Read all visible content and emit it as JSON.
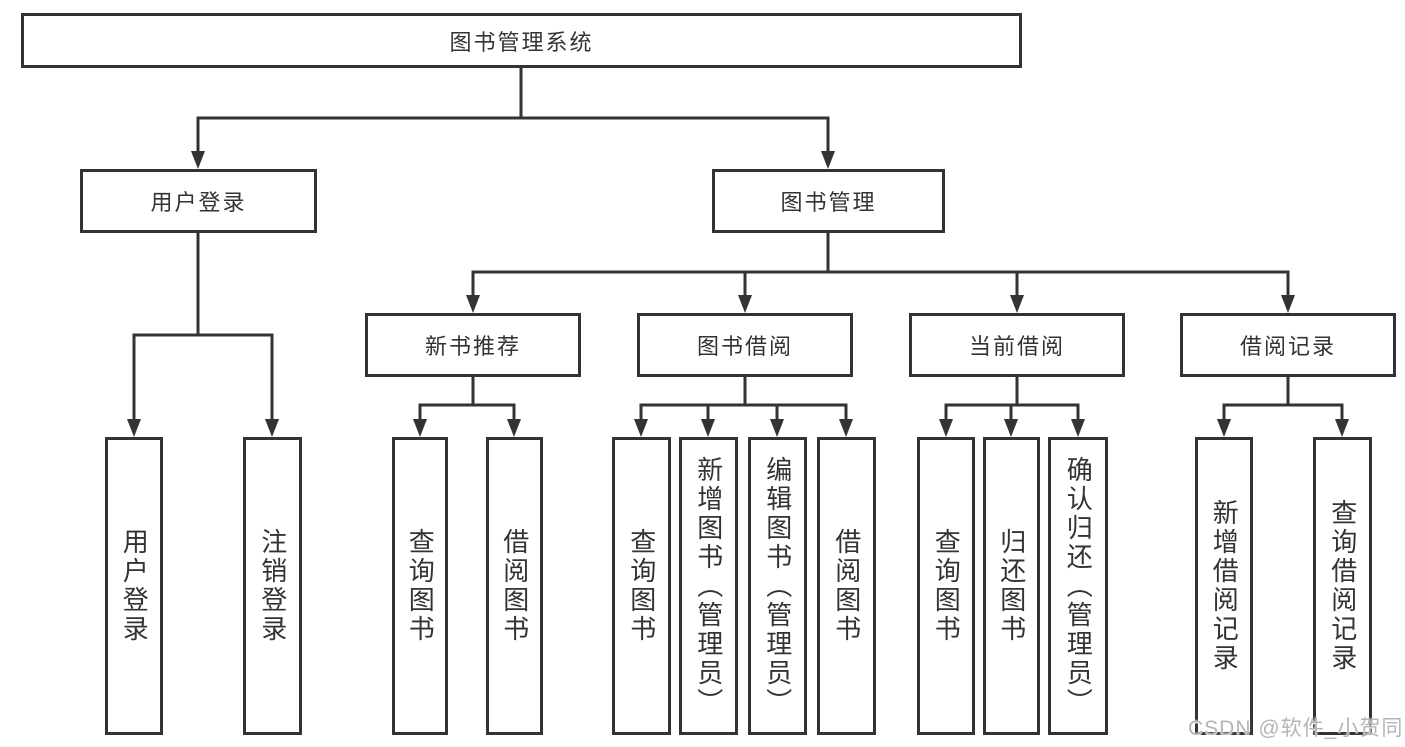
{
  "diagram": {
    "root": {
      "label": "图书管理系统"
    },
    "level2": [
      {
        "id": "user-login",
        "label": "用户登录"
      },
      {
        "id": "book-management",
        "label": "图书管理"
      }
    ],
    "level3": [
      {
        "id": "new-book-recommend",
        "label": "新书推荐",
        "parent": "book-management"
      },
      {
        "id": "book-borrow",
        "label": "图书借阅",
        "parent": "book-management"
      },
      {
        "id": "current-borrow",
        "label": "当前借阅",
        "parent": "book-management"
      },
      {
        "id": "borrow-record",
        "label": "借阅记录",
        "parent": "book-management"
      }
    ],
    "leaves": [
      {
        "parent": "user-login",
        "label": "用户登录"
      },
      {
        "parent": "user-login",
        "label": "注销登录"
      },
      {
        "parent": "new-book-recommend",
        "label": "查询图书"
      },
      {
        "parent": "new-book-recommend",
        "label": "借阅图书"
      },
      {
        "parent": "book-borrow",
        "label": "查询图书"
      },
      {
        "parent": "book-borrow",
        "label": "新增图书（管理员）"
      },
      {
        "parent": "book-borrow",
        "label": "编辑图书（管理员）"
      },
      {
        "parent": "book-borrow",
        "label": "借阅图书"
      },
      {
        "parent": "current-borrow",
        "label": "查询图书"
      },
      {
        "parent": "current-borrow",
        "label": "归还图书"
      },
      {
        "parent": "current-borrow",
        "label": "确认归还（管理员）"
      },
      {
        "parent": "borrow-record",
        "label": "新增借阅记录"
      },
      {
        "parent": "borrow-record",
        "label": "查询借阅记录"
      }
    ],
    "watermark": "CSDN @软件_小贺同学",
    "colors": {
      "line": "#333333",
      "text": "#333333",
      "box_background": "#ffffff",
      "watermark": "#b5b5b5",
      "background": "#ffffff"
    }
  }
}
